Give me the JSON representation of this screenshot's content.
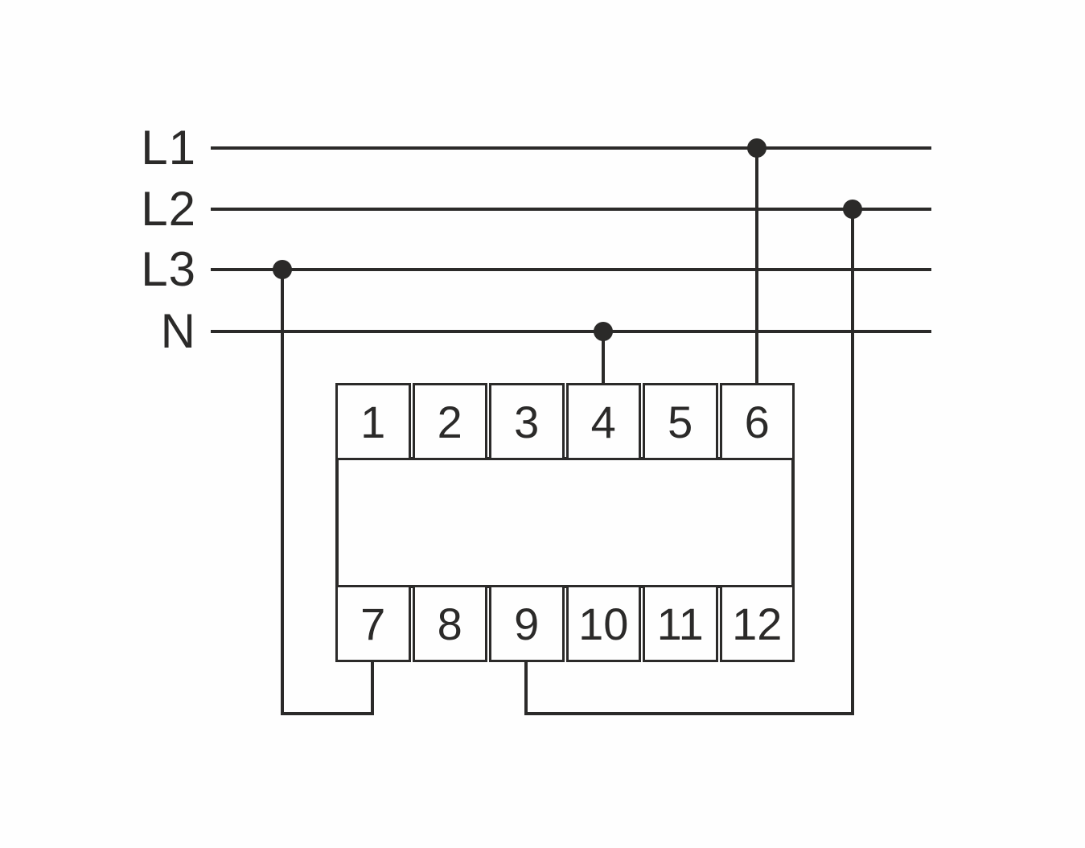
{
  "colors": {
    "line": "#2b2a29",
    "background": "#fefefe"
  },
  "bus_lines": [
    {
      "label": "L1"
    },
    {
      "label": "L2"
    },
    {
      "label": "L3"
    },
    {
      "label": "N"
    }
  ],
  "device": {
    "top_terminals": [
      "1",
      "2",
      "3",
      "4",
      "5",
      "6"
    ],
    "bottom_terminals": [
      "7",
      "8",
      "9",
      "10",
      "11",
      "12"
    ]
  },
  "connections": [
    {
      "from": "L1",
      "to": "terminal 6",
      "junction": "dot on L1 line"
    },
    {
      "from": "N",
      "to": "terminal 4",
      "junction": "dot on N line"
    },
    {
      "from": "L3",
      "to": "terminal 7",
      "junction": "dot on L3 line"
    },
    {
      "from": "L2",
      "to": "terminal 9",
      "junction": "dot on L2 line"
    }
  ]
}
